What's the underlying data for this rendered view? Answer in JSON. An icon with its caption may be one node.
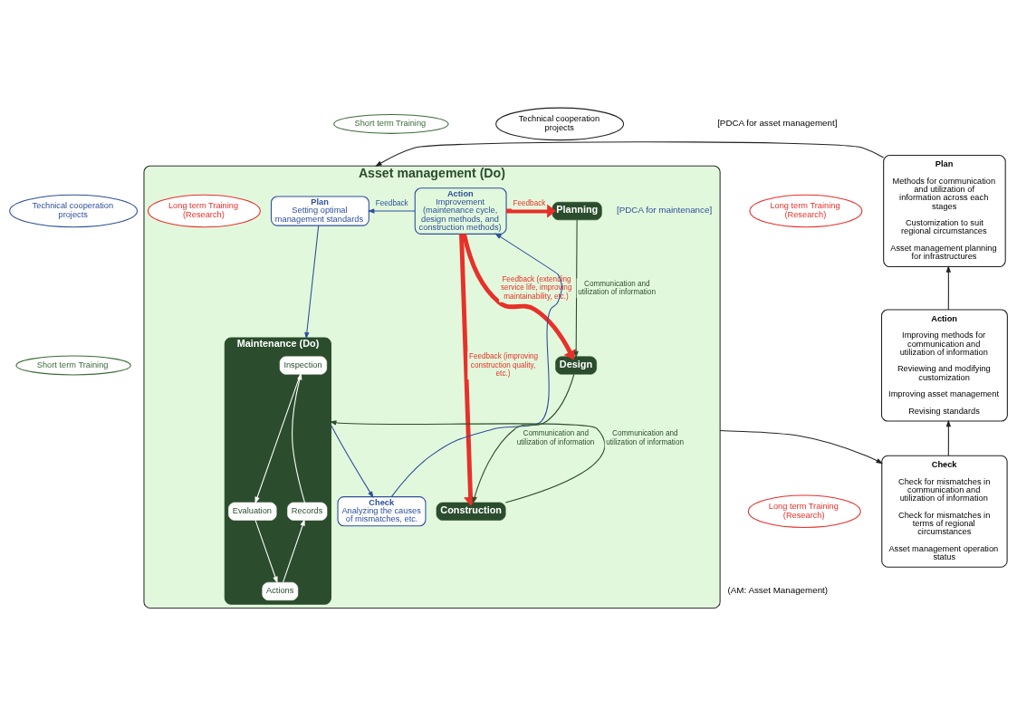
{
  "diagram": {
    "nodes": [
      {
        "text": [
          "Asset management (Do)"
        ]
      },
      {
        "text": [
          "Maintenance (Do)"
        ],
        "in": 0
      },
      {
        "text": [
          "Inspection"
        ],
        "in": 1
      },
      {
        "text": [
          "Records"
        ],
        "in": 1
      },
      {
        "text": [
          "Actions"
        ],
        "in": 1
      },
      {
        "text": [
          "Evaluation"
        ],
        "in": 1
      },
      {
        "text": [
          "Plan",
          "Setting optimal management standards"
        ],
        "in": 0
      },
      {
        "text": [
          "Action",
          "Improvement (maintenance cycle, design methods, and construction methods)"
        ],
        "in": 0
      },
      {
        "text": [
          "Check",
          "Analyzing the causes of mismatches, etc."
        ],
        "in": 0
      },
      {
        "text": [
          "Planning"
        ],
        "in": 0
      },
      {
        "text": [
          "Design"
        ],
        "in": 0
      },
      {
        "text": [
          "Construction"
        ],
        "in": 0
      },
      {
        "text": [
          "Plan",
          "Methods for communication and utilization of information across each stages",
          "Customization to suit regional circumstances",
          "Asset management planning for infrastructures"
        ]
      },
      {
        "text": [
          "Action",
          "Improving methods for communication and utilization of information",
          "Reviewing and modifying customization",
          "Improving asset management",
          "Revising standards"
        ]
      },
      {
        "text": [
          "Check",
          "Check for mismatches in communication and utilization of information",
          "Check for mismatches in terms of regional circumstances",
          "Asset management operation status"
        ]
      },
      {
        "text": [
          "Short term Training"
        ]
      },
      {
        "text": [
          "Technical cooperation projects"
        ]
      },
      {
        "text": [
          "Technical cooperation projects"
        ]
      },
      {
        "text": [
          "Long term Training (Research)"
        ]
      },
      {
        "text": [
          "Long term Training (Research)"
        ],
        "in": 0
      },
      {
        "text": [
          "Long term Training (Research)"
        ]
      },
      {
        "text": [
          "Short term Training"
        ]
      }
    ],
    "edges": [
      {
        "from": 2,
        "to": 5,
        "arrow": "to",
        "color": "#ffffff"
      },
      {
        "from": 5,
        "to": 4,
        "arrow": "to",
        "color": "#ffffff"
      },
      {
        "from": 4,
        "to": 3,
        "arrow": "to",
        "color": "#ffffff"
      },
      {
        "from": 3,
        "to": 2,
        "arrow": "to",
        "color": "#ffffff"
      },
      {
        "from": 6,
        "to": 1,
        "arrow": "to",
        "color": "#2e4f9a"
      },
      {
        "from": 1,
        "to": 8,
        "arrow": "to",
        "color": "#2e4f9a"
      },
      {
        "from": 8,
        "to": 7,
        "arrow": "to",
        "color": "#2e4f9a"
      },
      {
        "from": 7,
        "to": 6,
        "arrow": "to",
        "label": "Feedback",
        "color": "#2e4f9a"
      },
      {
        "from": 7,
        "to": 9,
        "arrow": "to",
        "label": "Feedback",
        "style": "thick",
        "color": "#e8302a"
      },
      {
        "from": 7,
        "to": 10,
        "arrow": "to",
        "label": "Feedback (extending service life, improving maintainability, etc.)",
        "style": "thick",
        "color": "#e8302a"
      },
      {
        "from": 7,
        "to": 11,
        "arrow": "to",
        "label": "Feedback (improving construction quality, etc.)",
        "style": "thick",
        "color": "#e8302a"
      },
      {
        "from": 9,
        "to": 10,
        "arrow": "to",
        "label": "Communication and utilization of information",
        "color": "#2b4d2d"
      },
      {
        "from": 10,
        "to": 11,
        "arrow": "to",
        "label": "Communication and utilization of information",
        "color": "#2b4d2d"
      },
      {
        "from": 11,
        "to": 1,
        "arrow": "to",
        "label": "Communication and utilization of information",
        "color": "#2b4d2d"
      },
      {
        "from": 13,
        "to": 12,
        "arrow": "to",
        "color": "#222222"
      },
      {
        "from": 14,
        "to": 13,
        "arrow": "to",
        "color": "#222222"
      },
      {
        "from": 12,
        "to": 0,
        "arrow": "to",
        "color": "#222222"
      },
      {
        "from": 0,
        "to": 14,
        "arrow": "to",
        "color": "#222222"
      }
    ],
    "labels": [
      "[PDCA for asset management]",
      "[PDCA for maintenance]",
      "(AM: Asset Management)"
    ]
  }
}
